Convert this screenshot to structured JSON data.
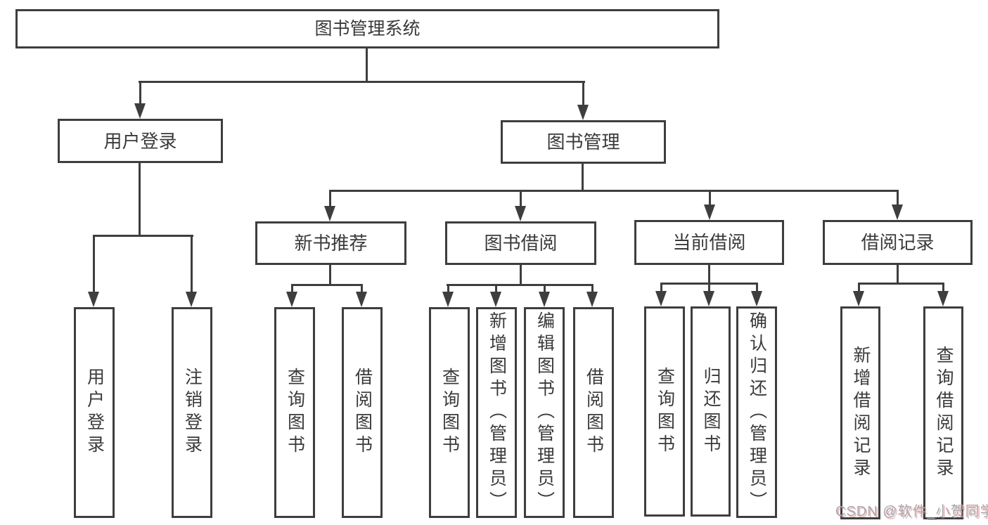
{
  "tree": {
    "root": {
      "label": "图书管理系统",
      "children": [
        {
          "label": "用户登录",
          "children": [
            {
              "label": "用户登录"
            },
            {
              "label": "注销登录"
            }
          ]
        },
        {
          "label": "图书管理",
          "children": [
            {
              "label": "新书推荐",
              "children": [
                {
                  "label": "查询图书"
                },
                {
                  "label": "借阅图书"
                }
              ]
            },
            {
              "label": "图书借阅",
              "children": [
                {
                  "label": "查询图书"
                },
                {
                  "label": "新增图书（管理员）"
                },
                {
                  "label": "编辑图书（管理员）"
                },
                {
                  "label": "借阅图书"
                }
              ]
            },
            {
              "label": "当前借阅",
              "children": [
                {
                  "label": "查询图书"
                },
                {
                  "label": "归还图书"
                },
                {
                  "label": "确认归还（管理员）"
                }
              ]
            },
            {
              "label": "借阅记录",
              "children": [
                {
                  "label": "新增借阅记录"
                },
                {
                  "label": "查询借阅记录"
                }
              ]
            }
          ]
        }
      ]
    }
  },
  "watermark": {
    "text": "CSDN @软件_小贺同学"
  },
  "colors": {
    "line": "#3e3e3e",
    "text": "#3a3a3a",
    "watermark": "#a9a9af",
    "background": "#ffffff"
  }
}
